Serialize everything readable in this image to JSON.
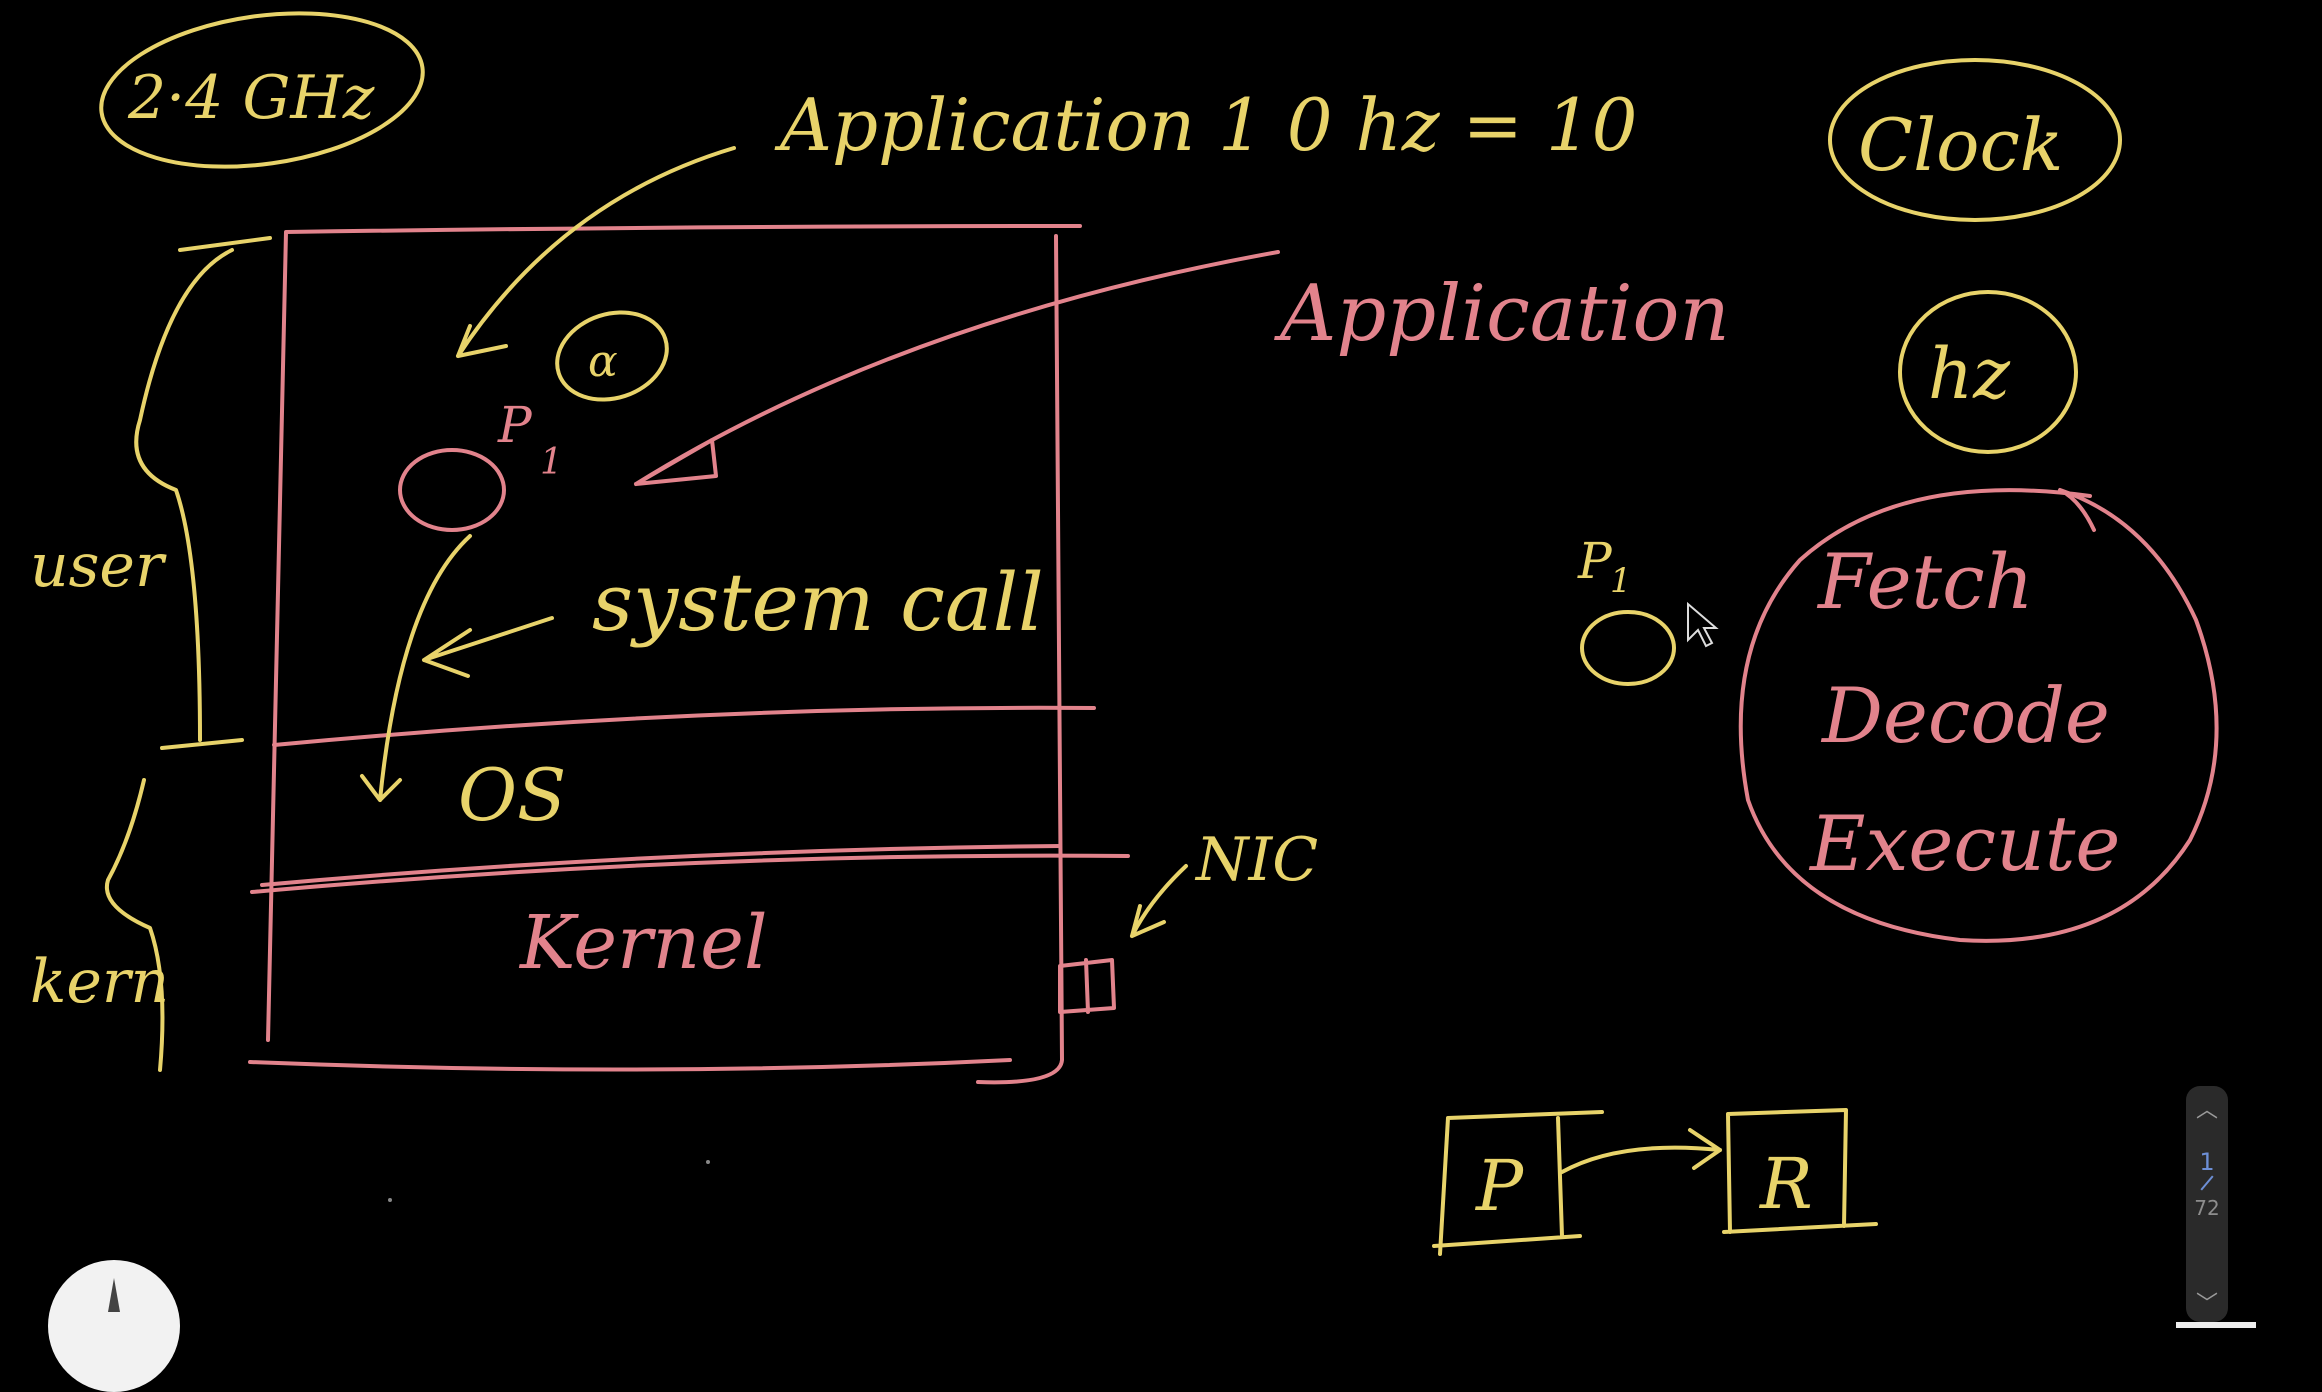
{
  "annotations": {
    "ghz": "2·4 GHz",
    "application_top": "Application 1 0 hz = 10",
    "clock": "Clock",
    "hz": "hz",
    "application_right": "Application",
    "p1_inside": "P",
    "p1_sub": "1",
    "system_call": "system call",
    "os": "OS",
    "kernel": "Kernel",
    "nic": "NIC",
    "user": "user",
    "kern": "kern",
    "p1_right": "P",
    "p1_right_sub": "1",
    "fetch": "Fetch",
    "decode": "Decode",
    "execute": "Execute",
    "box_p": "P",
    "box_r": "R"
  },
  "pager": {
    "current": "1",
    "total": "72"
  },
  "colors": {
    "yellow": "#e8d36a",
    "pink": "#e2838c",
    "background": "#000000"
  }
}
